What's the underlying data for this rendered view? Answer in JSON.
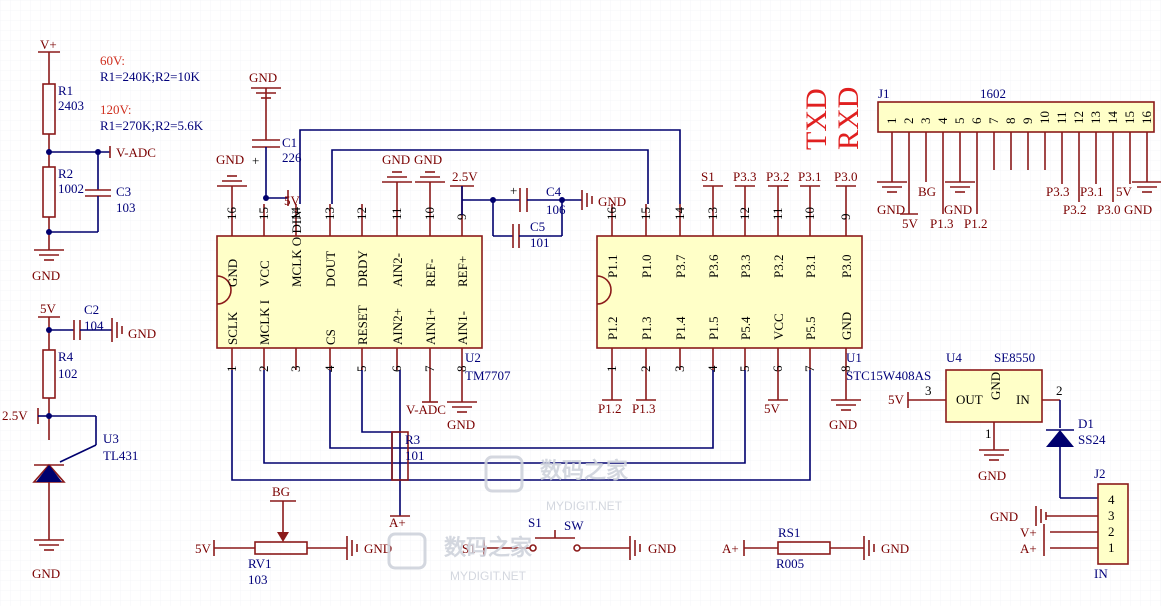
{
  "title_marks": {
    "txd": "TXD",
    "rxd": "RXD"
  },
  "notes": {
    "n60": "60V:",
    "n60v": "R1=240K;R2=10K",
    "n120": "120V:",
    "n120v": "R1=270K;R2=5.6K"
  },
  "nets": {
    "vplus": "V+",
    "vadc": "V-ADC",
    "gnd": "GND",
    "v5": "5V",
    "v25": "2.5V",
    "aplus": "A+",
    "bg": "BG",
    "s1": "S1"
  },
  "parts": {
    "r1": {
      "ref": "R1",
      "val": "2403"
    },
    "r2": {
      "ref": "R2",
      "val": "1002"
    },
    "c3": {
      "ref": "C3",
      "val": "103"
    },
    "c1": {
      "ref": "C1",
      "val": "226"
    },
    "c2": {
      "ref": "C2",
      "val": "104"
    },
    "r4": {
      "ref": "R4",
      "val": "102"
    },
    "u3": {
      "ref": "U3",
      "val": "TL431"
    },
    "c4": {
      "ref": "C4",
      "val": "106"
    },
    "c5": {
      "ref": "C5",
      "val": "101"
    },
    "u2": {
      "ref": "U2",
      "val": "TM7707"
    },
    "u1": {
      "ref": "U1",
      "val": "STC15W408AS"
    },
    "r3": {
      "ref": "R3",
      "val": "101"
    },
    "rv1": {
      "ref": "RV1",
      "val": "103"
    },
    "s1": {
      "ref": "S1",
      "val": "SW"
    },
    "rs1": {
      "ref": "RS1",
      "val": "R005"
    },
    "u4": {
      "ref": "U4",
      "val": "SE8550"
    },
    "d1": {
      "ref": "D1",
      "val": "SS24"
    },
    "j1": {
      "ref": "J1",
      "val": "1602"
    },
    "j2": {
      "ref": "J2",
      "val": "IN"
    }
  },
  "u2_top_labels": [
    "GND",
    "VCC",
    "MCLK O",
    "DIN",
    "DOUT",
    "DRDY",
    "AIN2-",
    "REF-",
    "REF+"
  ],
  "u2_bottom_labels": [
    "SCLK",
    "MCLK I",
    "CS",
    "RESET",
    "AIN2+",
    "AIN1+",
    "AIN1-"
  ],
  "u1_top_labels": [
    "P1.1",
    "P1.0",
    "P3.7",
    "P3.6",
    "P3.3",
    "P3.2",
    "P3.1",
    "P3.0"
  ],
  "u1_bottom_labels": [
    "P1.2",
    "P1.3",
    "P1.4",
    "P1.5",
    "P5.4",
    "VCC",
    "P5.5",
    "GND"
  ],
  "u1_top_nets": [
    "S1",
    "P3.3",
    "P3.2",
    "P3.1",
    "P3.0"
  ],
  "u1_bottom_nets": [
    "P1.2",
    "P1.3",
    "5V"
  ],
  "u4_pins": {
    "out": "OUT",
    "in": "IN",
    "gnd": "GND"
  },
  "j1_pin_numbers": [
    "1",
    "2",
    "3",
    "4",
    "5",
    "6",
    "7",
    "8",
    "9",
    "10",
    "11",
    "12",
    "13",
    "14",
    "15",
    "16"
  ],
  "j1_nets": [
    "GND",
    "5V",
    "BG",
    "GND",
    "P1.3",
    "P1.2",
    "P3.3",
    "P3.2",
    "P3.1",
    "P3.0",
    "5V",
    "GND"
  ],
  "j2_pins": [
    "4",
    "3",
    "2",
    "1"
  ],
  "j2_nets": [
    "GND",
    "V+",
    "A+"
  ],
  "watermark": {
    "cn": "数码之家",
    "en": "MYDIGIT.NET"
  }
}
